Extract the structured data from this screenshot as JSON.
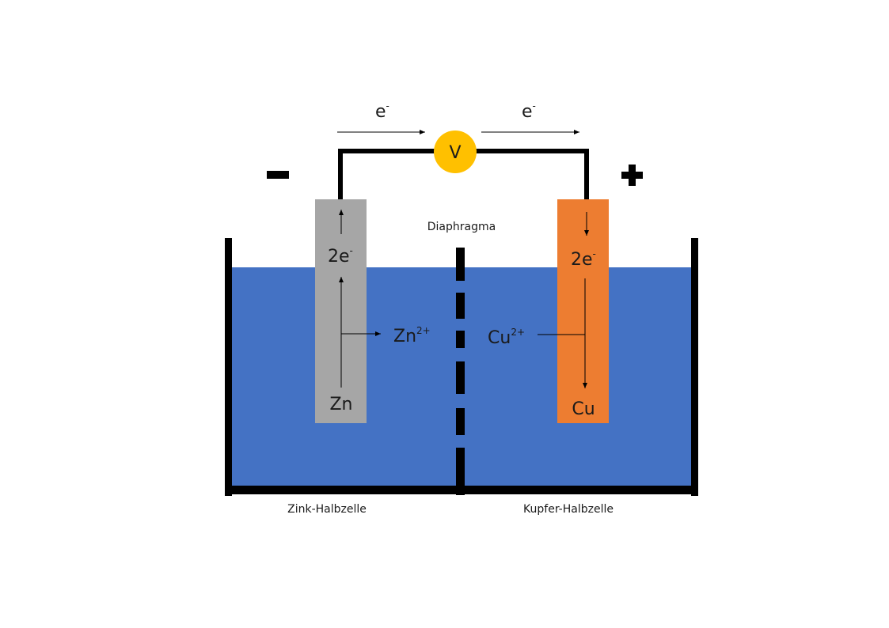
{
  "colors": {
    "solution": "#4472c4",
    "vessel": "#000000",
    "zinc_electrode": "#a6a6a6",
    "copper_electrode": "#ed7d31",
    "voltmeter": "#ffc000",
    "wire": "#000000"
  },
  "voltmeter": {
    "label": "V"
  },
  "electron_flow": {
    "left_label": "e",
    "right_label": "e",
    "superscript": "-"
  },
  "polarity": {
    "negative": "−",
    "positive": "+"
  },
  "diaphragm_label": "Diaphragma",
  "zinc": {
    "electrons": "2e",
    "electrons_sup": "-",
    "ion": "Zn",
    "ion_sup": "2+",
    "metal": "Zn",
    "cell_label": "Zink-Halbzelle"
  },
  "copper": {
    "electrons": "2e",
    "electrons_sup": "-",
    "ion": "Cu",
    "ion_sup": "2+",
    "metal": "Cu",
    "cell_label": "Kupfer-Halbzelle"
  }
}
